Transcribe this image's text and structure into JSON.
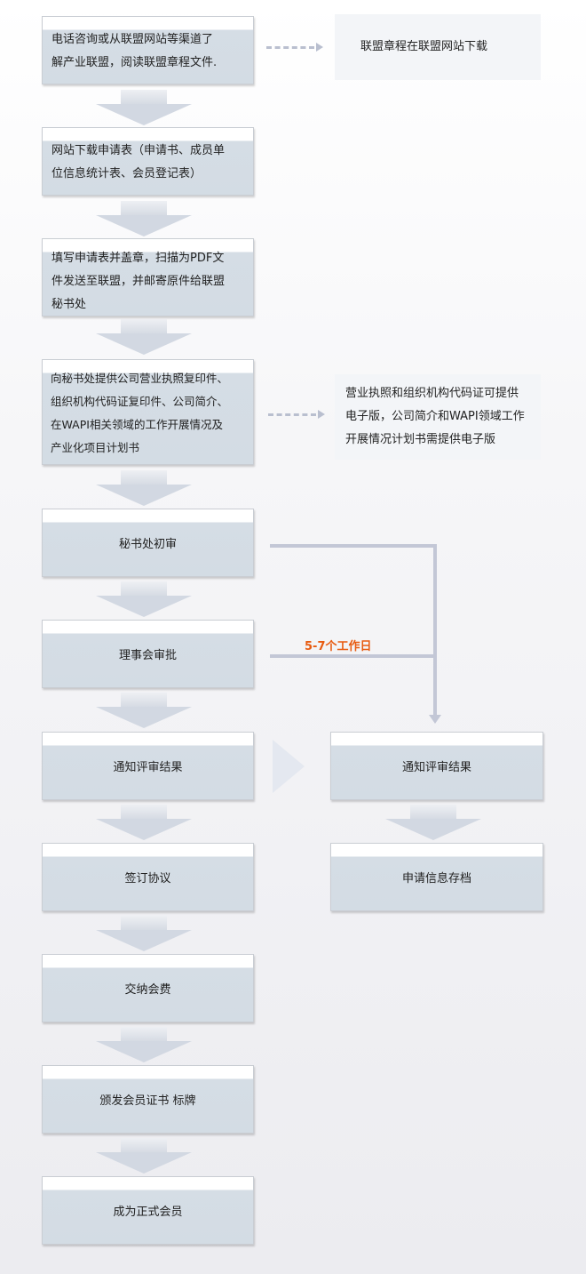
{
  "steps": [
    {
      "lines": [
        "电话咨询或从联盟网站等渠道了",
        "解产业联盟，阅读联盟章程文件."
      ]
    },
    {
      "lines": [
        "网站下载申请表（申请书、成员单",
        "位信息统计表、会员登记表）"
      ]
    },
    {
      "lines": [
        "填写申请表并盖章，扫描为PDF文",
        "件发送至联盟，并邮寄原件给联盟",
        "秘书处"
      ]
    },
    {
      "lines": [
        "向秘书处提供公司营业执照复印件、",
        "组织机构代码证复印件、公司简介、",
        "在WAPI相关领域的工作开展情况及",
        "产业化项目计划书"
      ]
    },
    {
      "label": "秘书处初审"
    },
    {
      "label": "理事会审批"
    },
    {
      "label": "通知评审结果"
    },
    {
      "label": "签订协议"
    },
    {
      "label": "交纳会费"
    },
    {
      "label": "颁发会员证书 标牌"
    },
    {
      "label": "成为正式会员"
    }
  ],
  "notes": [
    {
      "lines": [
        "联盟章程在联盟网站下载"
      ]
    },
    {
      "lines": [
        "营业执照和组织机构代码证可提供",
        "电子版，公司简介和WAPI领域工作",
        "开展情况计划书需提供电子版"
      ]
    }
  ],
  "right_steps": [
    {
      "label": "通知评审结果"
    },
    {
      "label": "申请信息存档"
    }
  ],
  "review_period": "5-7个工作日",
  "colors": {
    "accent": "#e85b10",
    "box_fill": "#d3dce4",
    "connector": "#c3c7d6"
  }
}
